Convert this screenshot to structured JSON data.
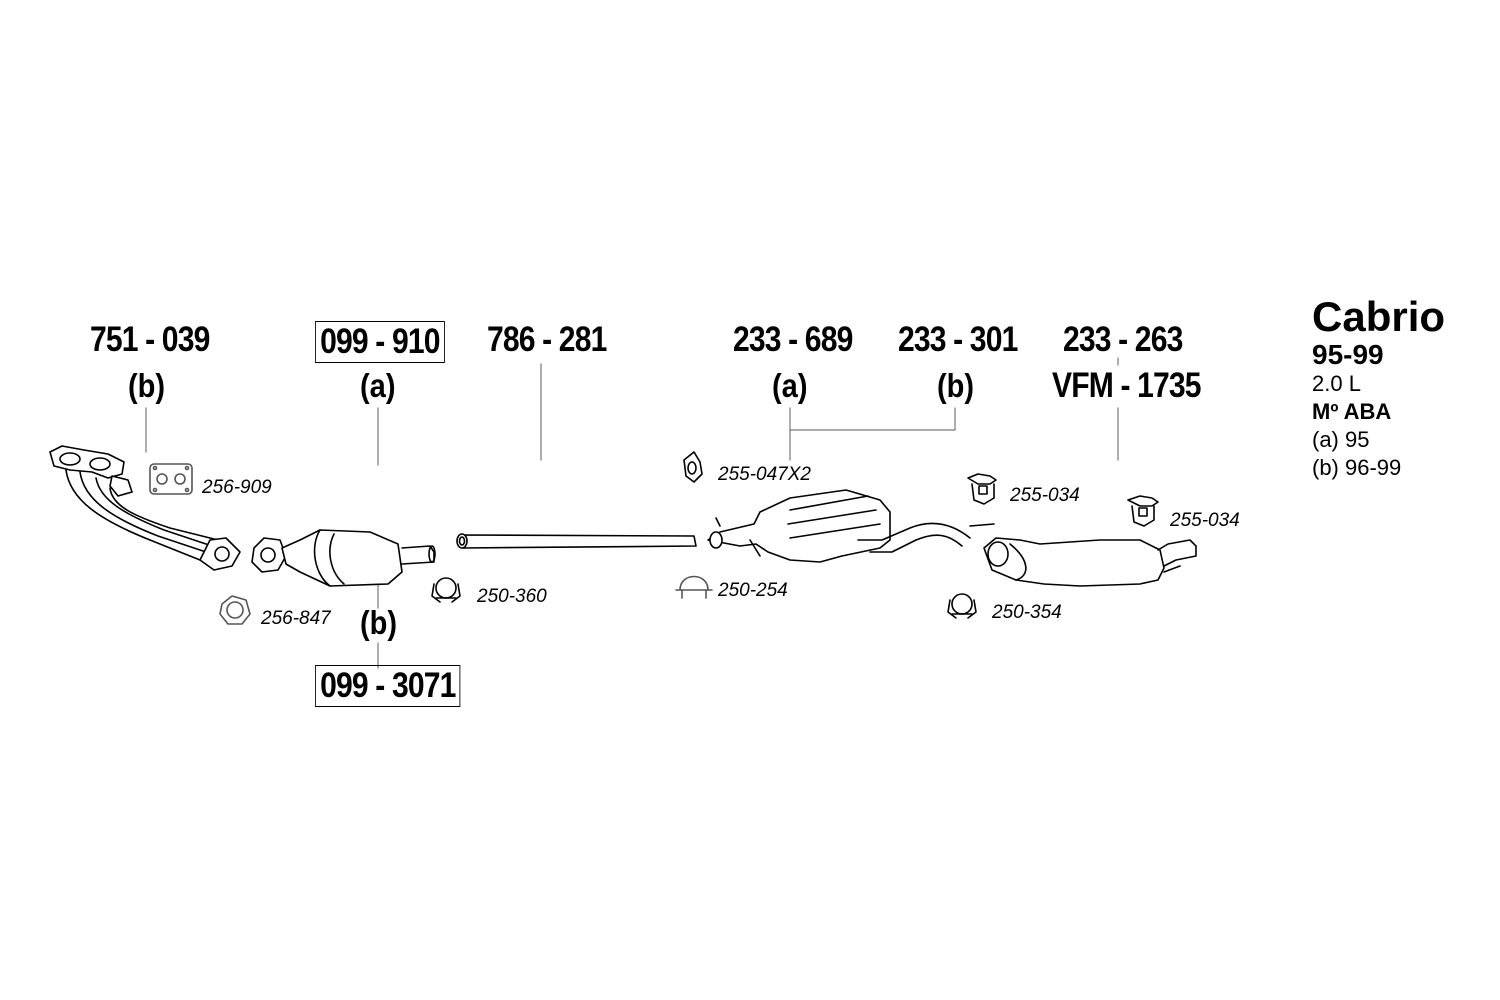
{
  "vehicle": {
    "model": "Cabrio",
    "years": "95-99",
    "displacement": "2.0 L",
    "engine": "Mº ABA",
    "note_a": "(a) 95",
    "note_b": "(b) 96-99"
  },
  "parts": {
    "manifold": {
      "number": "751 - 039",
      "variant": "(b)"
    },
    "catalyst_a": {
      "number": "099 - 910",
      "variant": "(a)"
    },
    "catalyst_b": {
      "number": "099 - 3071",
      "variant": "(b)"
    },
    "intermediate_pipe": {
      "number": "786 - 281"
    },
    "center_muffler_a": {
      "number": "233 - 689",
      "variant": "(a)"
    },
    "center_muffler_b": {
      "number": "233 - 301",
      "variant": "(b)"
    },
    "rear_muffler": {
      "number": "233 - 263",
      "alt_number": "VFM - 1735"
    }
  },
  "accessories": {
    "gasket_manifold": "256-909",
    "gasket_flange": "256-847",
    "clamp_catalyst": "250-360",
    "hanger_center": "255-047X2",
    "clamp_center": "250-254",
    "hanger_rear_1": "255-034",
    "hanger_rear_2": "255-034",
    "clamp_rear": "250-354"
  }
}
